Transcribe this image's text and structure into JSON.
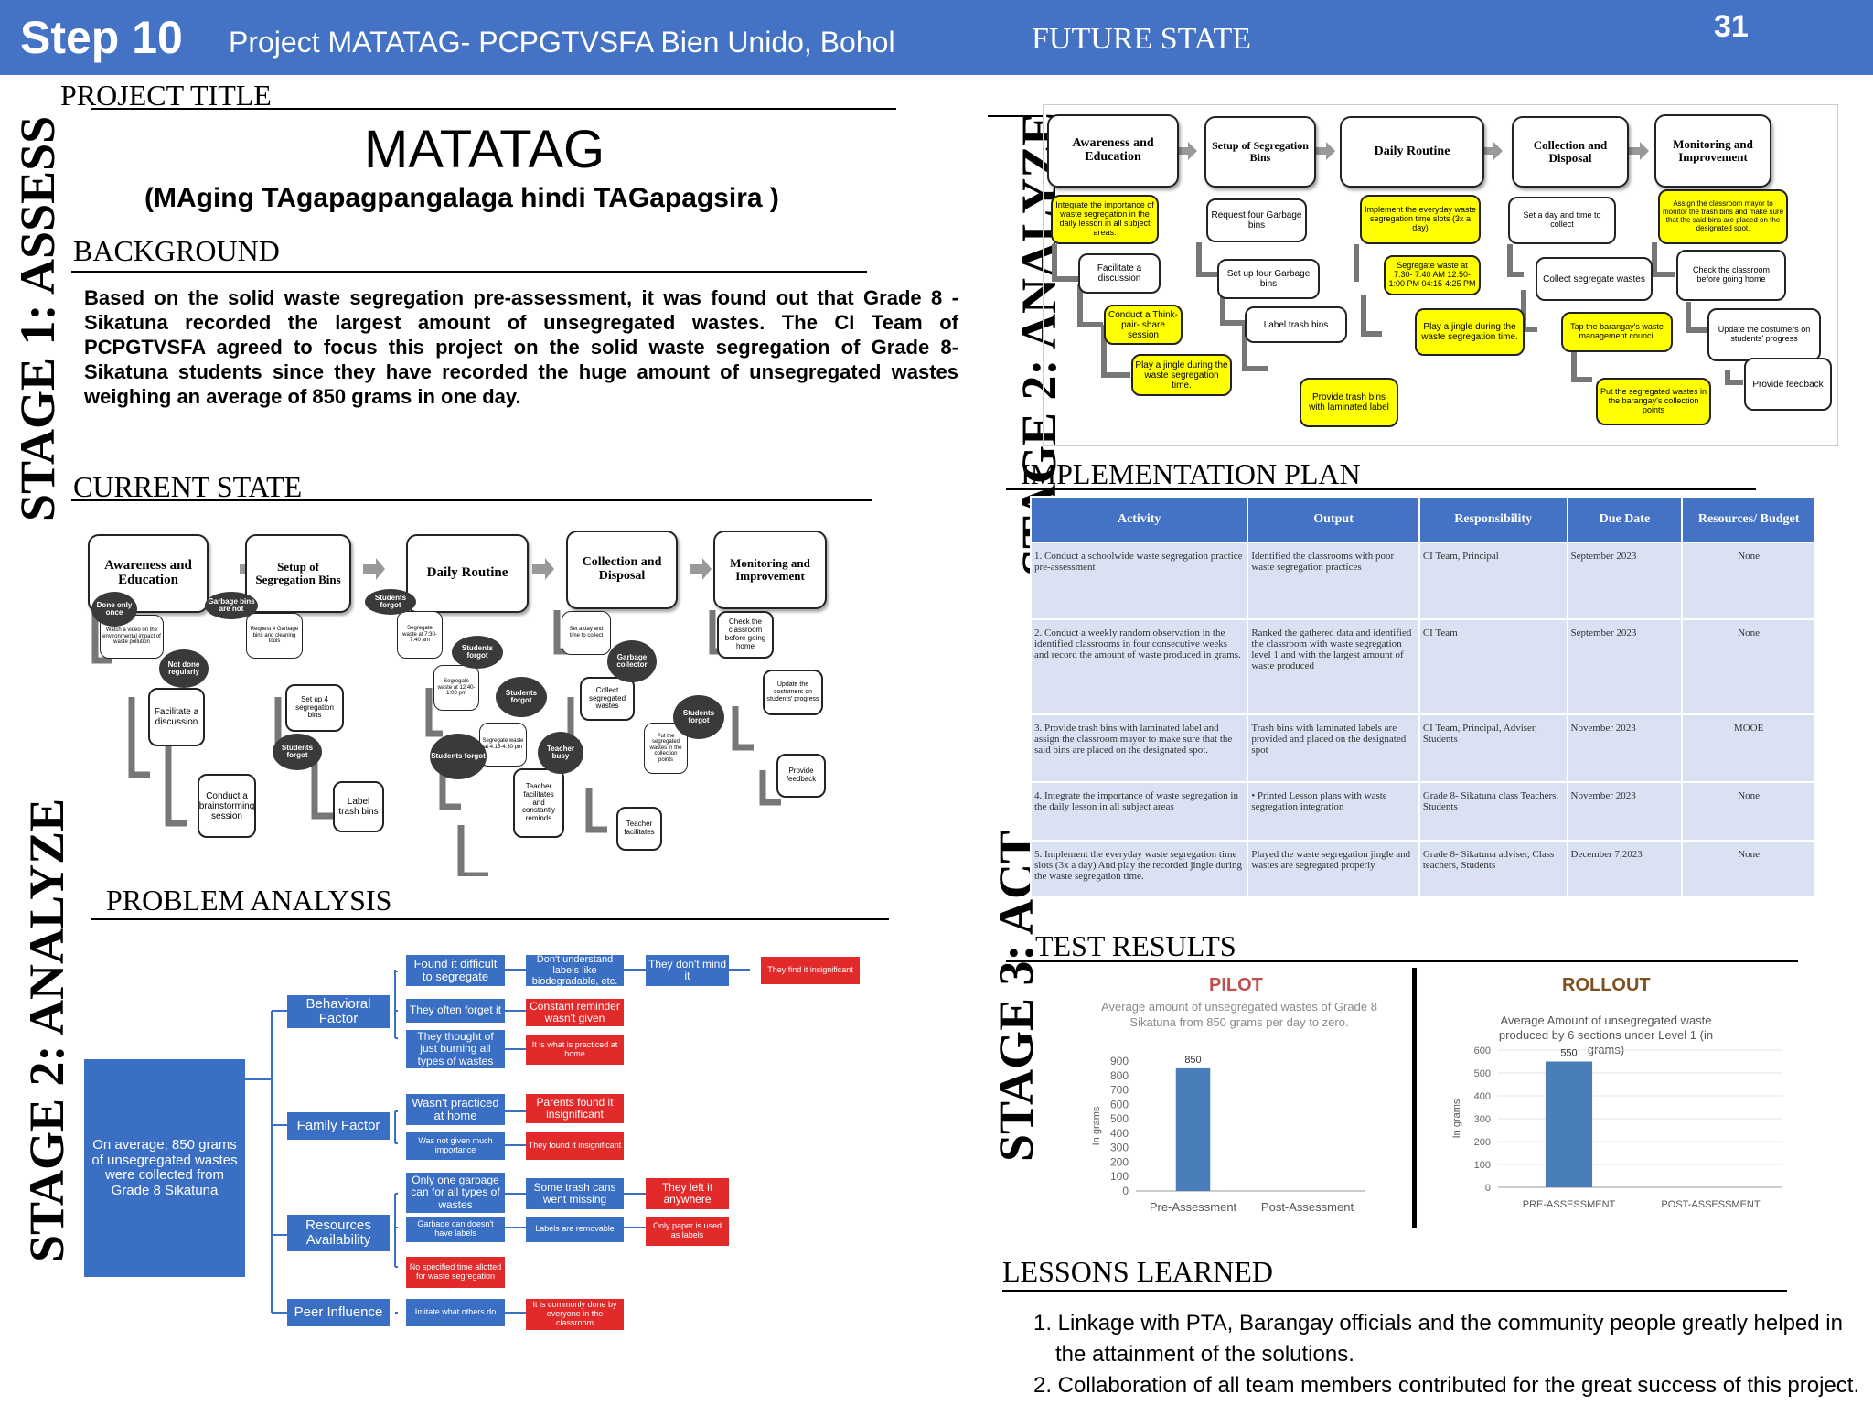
{
  "header": {
    "step": "Step 10",
    "project": "Project MATATAG- PCPGTVSFA Bien Unido, Bohol",
    "future": "FUTURE STATE",
    "page": "31"
  },
  "stages": {
    "assess": "STAGE 1: ASSESS",
    "analyze_top": "STAGE 2: ANALYZE",
    "analyze_bottom": "STAGE 2: ANALYZE",
    "act": "STAGE 3: ACT"
  },
  "title": {
    "label": "PROJECT TITLE",
    "name": "MATATAG",
    "subtitle": "(MAging TAgapagpangalaga hindi TAGapagsira )"
  },
  "background": {
    "label": "BACKGROUND",
    "text": "Based on the solid waste segregation pre-assessment, it was found out that Grade 8 - Sikatuna recorded the largest amount of unsegregated wastes. The CI Team of PCPGTVSFA agreed to focus this project on the solid waste segregation of Grade 8-Sikatuna students since they have recorded the huge amount of unsegregated wastes weighing an average of 850 grams in one day."
  },
  "current": {
    "label": "CURRENT STATE",
    "steps": [
      "Awareness and Education",
      "Setup of Segregation Bins",
      "Daily Routine",
      "Collection and Disposal",
      "Monitoring and Improvement"
    ],
    "notes": [
      "Watch a video on the environmental impact of waste pollution",
      "Facilitate a discussion",
      "Conduct a brainstorming session",
      "Request 4 Garbage bins and cleaning tools",
      "Set up 4 segregation bins",
      "Label trash bins",
      "Segregate waste at 7:30-7:40 am",
      "Segregate waste at 12:40-1:00 pm",
      "Segregate waste at 4:15-4:30 pm",
      "Teacher facilitates and constantly reminds",
      "Set a day and time to collect",
      "Collect segregated wastes",
      "Put the segregated wastes in the collection points",
      "Teacher facilitates",
      "Check the classroom before going home",
      "Update the costumers on students' progress",
      "Provide feedback"
    ],
    "clouds": [
      "Done only once",
      "Not done regularly",
      "Garbage bins are not",
      "Students forgot",
      "Students forgot",
      "Students forgot",
      "Garbage collector",
      "Students forgot",
      "Teacher busy",
      "Students forgot",
      "Students forgot"
    ]
  },
  "problem": {
    "label": "PROBLEM ANALYSIS",
    "root": "On average, 850 grams of unsegregated wastes were collected from Grade 8 Sikatuna",
    "factors": [
      "Behavioral Factor",
      "Family Factor",
      "Resources Availability",
      "Peer Influence"
    ],
    "l2": [
      "Found it difficult to segregate",
      "They often forget it",
      "They thought of just burning all types of wastes",
      "Wasn't practiced at home",
      "Was not given much importance",
      "Only one garbage can for all types of wastes",
      "Garbage can doesn't have labels",
      "No specified time allotted for waste segregation",
      "Imitate what others do"
    ],
    "l3": [
      "Don't understand labels like biodegradable, etc.",
      "Constant reminder wasn't given",
      "It is what is practiced at home",
      "Parents found it insignificant",
      "They found it insignificant",
      "Some trash cans went missing",
      "Labels are removable",
      "It is commonly done by everyone in the classroom"
    ],
    "l4": [
      "They don't mind it",
      "They left it anywhere",
      "Only paper is used as labels"
    ],
    "l5": [
      "They find it insignificant"
    ]
  },
  "future": {
    "steps": [
      "Awareness and Education",
      "Setup of Segregation Bins",
      "Daily Routine",
      "Collection and Disposal",
      "Monitoring and Improvement"
    ],
    "col1": [
      "Integrate the importance of waste segregation in the daily lesson in all subject areas.",
      "Facilitate a discussion",
      "Conduct a Think- pair- share session",
      "Play a jingle during the waste segregation time."
    ],
    "col2": [
      "Request four Garbage bins",
      "Set up four Garbage bins",
      "Label trash bins",
      "Provide trash bins with laminated label"
    ],
    "col3": [
      "Implement the everyday waste segregation time slots (3x a day)",
      "Segregate waste at 7:30- 7:40 AM 12:50-1:00 PM 04:15-4:25 PM",
      "Play a jingle during the waste segregation time."
    ],
    "col4": [
      "Set a day and time to collect",
      "Collect segregate wastes",
      "Tap the barangay's waste management council",
      "Put the segregated wastes in the barangay's collection points"
    ],
    "col5": [
      "Assign the classroom mayor to monitor the trash bins and make sure that the said bins are placed on the designated spot.",
      "Check the classroom before going home",
      "Update the costumers on students' progress",
      "Provide feedback"
    ]
  },
  "plan": {
    "label": "IMPLEMENTATION PLAN",
    "headers": [
      "Activity",
      "Output",
      "Responsibility",
      "Due Date",
      "Resources/ Budget"
    ],
    "rows": [
      [
        "1. Conduct a schoolwide waste segregation practice pre-assessment",
        "Identified the classrooms with poor waste segregation practices",
        "CI Team, Principal",
        "September 2023",
        "None"
      ],
      [
        "2. Conduct a weekly random observation in the identified classrooms in four consecutive weeks and record the amount of waste produced in grams.",
        "Ranked the gathered data and identified the classroom with waste segregation level 1 and with the largest amount of waste produced",
        "CI Team",
        "September 2023",
        "None"
      ],
      [
        "3. Provide trash bins with laminated label and assign the classroom mayor to make sure that the said bins are placed on the designated spot.",
        "Trash bins with laminated labels are provided and placed on the designated spot",
        "CI Team, Principal, Adviser, Students",
        "November 2023",
        "MOOE"
      ],
      [
        "4. Integrate the importance of waste segregation in the daily lesson in all subject areas",
        "• Printed Lesson plans with waste segregation integration",
        "Grade 8- Sikatuna class Teachers, Students",
        "November 2023",
        "None"
      ],
      [
        "5. Implement the everyday waste segregation time slots (3x a day) And play the recorded jingle during the waste segregation time.",
        "Played the waste segregation jingle and wastes are segregated properly",
        "Grade 8- Sikatuna adviser, Class teachers, Students",
        "December 7,2023",
        "None"
      ]
    ]
  },
  "tests": {
    "label": "TEST RESULTS",
    "pilot_title": "PILOT",
    "pilot_caption": "Average amount of unsegregated wastes of Grade 8 Sikatuna from 850 grams per day to zero.",
    "rollout_title": "ROLLOUT",
    "rollout_caption": "Average Amount of unsegregated waste produced by 6 sections under Level 1 (in grams)"
  },
  "chart_data": [
    {
      "type": "bar",
      "title": "PILOT",
      "categories": [
        "Pre-Assessment",
        "Post-Assessment"
      ],
      "values": [
        850,
        0
      ],
      "ylabel": "In grams",
      "ylim": [
        0,
        900
      ],
      "ticks": [
        0,
        100,
        200,
        300,
        400,
        500,
        600,
        700,
        800,
        900
      ],
      "data_labels": [
        "850",
        ""
      ],
      "color": "#4a7ebb"
    },
    {
      "type": "bar",
      "title": "ROLLOUT",
      "categories": [
        "PRE-ASSESSMENT",
        "POST-ASSESSMENT"
      ],
      "values": [
        550,
        0
      ],
      "ylabel": "In grams",
      "ylim": [
        0,
        600
      ],
      "ticks": [
        0,
        100,
        200,
        300,
        400,
        500,
        600
      ],
      "data_labels": [
        "550",
        ""
      ],
      "color": "#4a7ebb"
    }
  ],
  "lessons": {
    "label": "LESSONS LEARNED",
    "items": [
      "1. Linkage with PTA, Barangay officials and the community people greatly helped in the attainment of the solutions.",
      "2. Collaboration of all team members contributed for the great success of this project."
    ]
  }
}
